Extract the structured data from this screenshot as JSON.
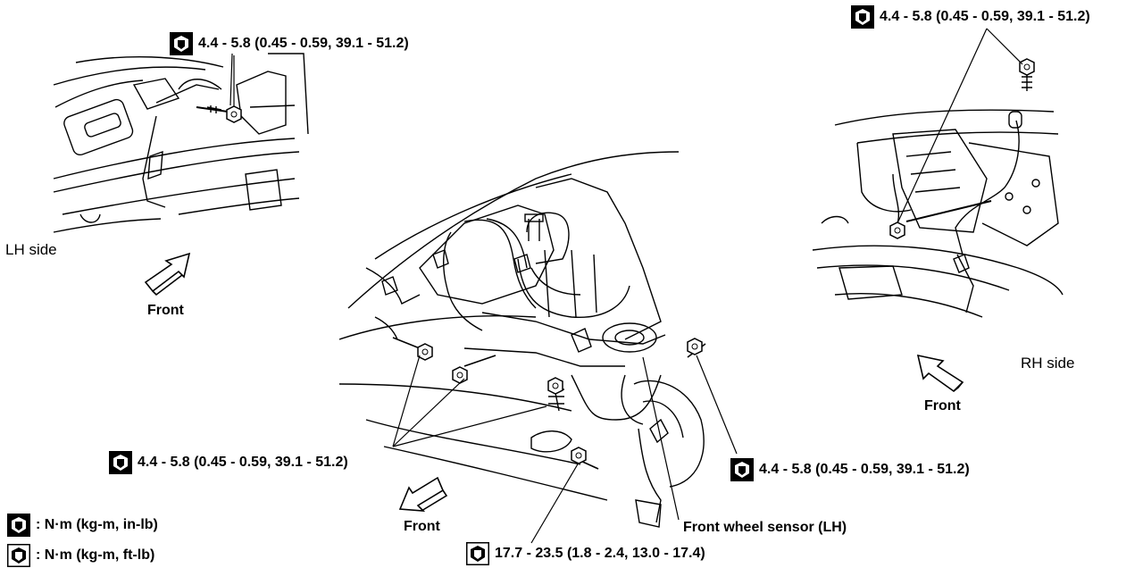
{
  "torque_callouts": [
    {
      "id": "lh-top",
      "icon": "torque-nm-kgm-inlb-icon",
      "text": "4.4 - 5.8 (0.45 - 0.59, 39.1 - 51.2)"
    },
    {
      "id": "rh-top",
      "icon": "torque-nm-kgm-inlb-icon",
      "text": "4.4 - 5.8 (0.45 - 0.59, 39.1 - 51.2)"
    },
    {
      "id": "center-left",
      "icon": "torque-nm-kgm-inlb-icon",
      "text": "4.4 - 5.8 (0.45 - 0.59, 39.1 - 51.2)"
    },
    {
      "id": "center-right",
      "icon": "torque-nm-kgm-inlb-icon",
      "text": "4.4 - 5.8 (0.45 - 0.59, 39.1 - 51.2)"
    },
    {
      "id": "bottom",
      "icon": "torque-nm-kgm-ftlb-icon",
      "text": "17.7 - 23.5 (1.8 - 2.4, 13.0 - 17.4)"
    }
  ],
  "labels": {
    "lh_side": "LH side",
    "rh_side": "RH side",
    "front_lh": "Front",
    "front_center": "Front",
    "front_rh": "Front",
    "sensor": "Front wheel sensor (LH)"
  },
  "legend": [
    {
      "icon": "torque-nm-kgm-inlb-icon",
      "text": ": N·m (kg-m, in-lb)"
    },
    {
      "icon": "torque-nm-kgm-ftlb-icon",
      "text": ": N·m (kg-m, ft-lb)"
    }
  ],
  "colors": {
    "line": "#000000",
    "background": "#ffffff"
  }
}
